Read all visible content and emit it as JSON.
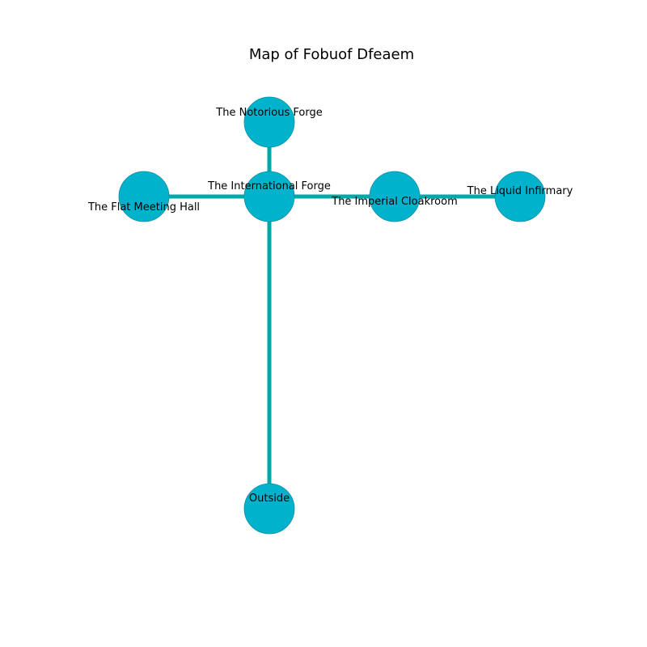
{
  "title": "Map of Fobuof Dfeaem",
  "colors": {
    "node_fill": "#00b2cc",
    "node_stroke": "#0b8fa3",
    "edge": "#00a8a8"
  },
  "rooms": {
    "notorious_forge": "The Notorious Forge",
    "international_forge": "The International Forge",
    "flat_meeting_hall": "The Flat Meeting Hall",
    "imperial_cloakroom": "The Imperial Cloakroom",
    "liquid_infirmary": "The Liquid Infirmary",
    "outside": "Outside"
  },
  "connections": [
    [
      "international_forge",
      "notorious_forge"
    ],
    [
      "international_forge",
      "flat_meeting_hall"
    ],
    [
      "international_forge",
      "imperial_cloakroom"
    ],
    [
      "imperial_cloakroom",
      "liquid_infirmary"
    ],
    [
      "international_forge",
      "outside"
    ]
  ]
}
